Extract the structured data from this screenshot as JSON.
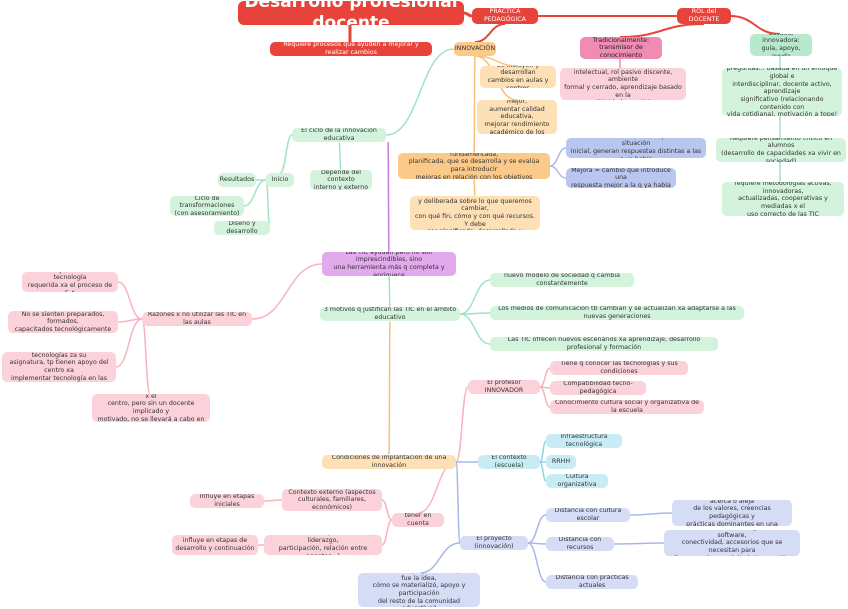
{
  "colors": {
    "main": "#e8433a",
    "orange_link": "#f5c278",
    "green_link": "#9ee3c4",
    "pink_link": "#f7b3bf",
    "purple_link": "#c97ad8",
    "blue_link": "#a9b7e8"
  },
  "nodes": {
    "main": "Desarrollo profesional docente",
    "practica": "PRÁCTICA PEDAGÓGICA",
    "rol": "ROL del DOCENTE",
    "requiere_procesos": "Requiere procesos que ayuden a mejorar y realizar cambios",
    "innovacion": "INNOVACIÓN",
    "tradicional": "Tradicionalmente:\ntransmisor de conocimiento",
    "unidireccional": "unidireccional, sólo formación científica e\nintelectual, rol pasivo discente, ambiente\nformal y cerrado, aprendizaje basado en la\ncompetitividad, repeticiones y memorización",
    "escuela_innovadora": "Escuela innovadora:\nguía, apoyo, ayuda",
    "aprendizaje_exp": "aprendizaje con experiencias, problemas,\npreguntas... basada en un enfoque global e\ninterdisciplinar, docente activo, aprendizaje\nsignificativo (relacionando contenido con\nvida cotidiana), motivación a tope! + interés\nx aprender + y mejor cada día",
    "pensamiento": "Requiere pensamiento crítico en alumnos\n(desarrollo de capacidades xa vivir en sociedad)",
    "metodologias": "requiere metodologías activas, innovadoras,\nactualizadas, cooperativas y mediadas x el\nuso correcto de las TIC",
    "se_incluyen": "Se incluyen y desarrollan\ncambios en aulas y centros",
    "finalidad": "Finalidad: Enseñar mejor,\naumentar calidad educativa,\nmejorar rendimiento\nacadémico de los alumnos",
    "ciclo": "El ciclo de la innovación educativa",
    "innovacion_def": "Innovacion = idea práctica (y nueva) fundamentada,\nplanificada, que se desarrolla y se evalúa para introducir\nmejoras en relación con los objetivos deseados",
    "cambio": "Cambio + modificaciones q alteran la situación\ninicial, generan respuestas distintas a las q ya había",
    "mejora": "Mejora = cambio que introduce una\nrespuesta mejor a la q ya había",
    "depende": "Depende del contexto\ninterno y externo",
    "inicio": "Inicio",
    "resultados": "Resultados",
    "ciclo_transf": "Ciclo de transformaciones\n(con asesoramiento)",
    "diseno": "Diseño y desarrollo",
    "requiere_fund": "Requiere una fundamentación reflexiva, crítica\ny deliberada sobre lo que queremos cambiar,\ncon qué fin, cómo y con qué recursos. Y debe\nser planificada, desarrollada y evaluada",
    "tic_ayudan": "Las TIC ayudan pero no son imprescindibles, sino\nuna herramienta más q completa y enriquece",
    "no_acceso": "No hay acceso a la tecnología\nrequerida xa el proceso de E-A",
    "no_preparados": "No se sienten preparados, formados,\ncapacitados tecnológicamente",
    "razones": "Razones x no utilizar las TIC en las aulas",
    "no_utiles": "No consideran útiles las tecnologías za su\nasignatura, tp tienen apoyo del centro xa\nimplementar tecnología en las materias",
    "promovida": "La innovación debe ser promovida x el\ncentro, pero sin un docente implicado y\nmotivado, no se llevará a cabo en el aula",
    "tres_motivos": "3 motivos q justifican las TIC en el ámbito educativo",
    "nuevo_modelo": "nuevo modelo de sociedad q cambia constantemente",
    "medios": "Los medios de comunicación tb cambian y se actualizan xa adaptarse a las nuevas generaciones",
    "tic_ofrecen": "Las TIC ofrecen nuevos escenarios xa aprendizaje, desarrollo profesional y formación",
    "profesor": "El profesor INNOVADOR",
    "conoce_tic": "Tiene q conocer las tecnologías y sus condiciones",
    "compat": "Compatibilidad tecno-pedagógica",
    "conocimiento": "Conocimiento cultura social y organizativa de la escuela",
    "condiciones": "Condiciones de implantación de una innovación",
    "contexto_escuela": "El contexto (escuela)",
    "infra": "Infraestructura tecnológica",
    "rrhh": "RRHH",
    "cultura_org": "Cultura organizativa",
    "influye_ini": "Influye en etapas iniciales",
    "contexto_ext": "Contexto externo (aspectos\nculturales, familiares, económicos)",
    "tener_cuenta": "tener en cuenta",
    "influye_des": "influye en etapas de\ndesarrollo y continuación",
    "contexto_int": "Contexto interno (clima escuela, liderazgo,\nparticipación, relación entre agentes...)",
    "proyecto": "El proyecto (innovación)",
    "dist_cultura": "Distancia con cultura escolar",
    "medida": "En qué medida el proyecto se acerca o aleja\nde los valores, creencias pedagógicas y\nprácticas dominantes en una escuela",
    "dist_recursos": "Distancia con recursos",
    "cantidad": "Cantidad de nueva tecnología hardware, software,\nconectividad, accesorios que se necesitan para\nllevar a cabo con éxito la innovación",
    "dist_practicas": "Distancia con prácticas actuales",
    "que_motivo": "Qué motivó el proyecto? de quién fue la idea,\ncómo se materializó, apoyo y participación\ndel resto de la comunidad educativa?"
  }
}
